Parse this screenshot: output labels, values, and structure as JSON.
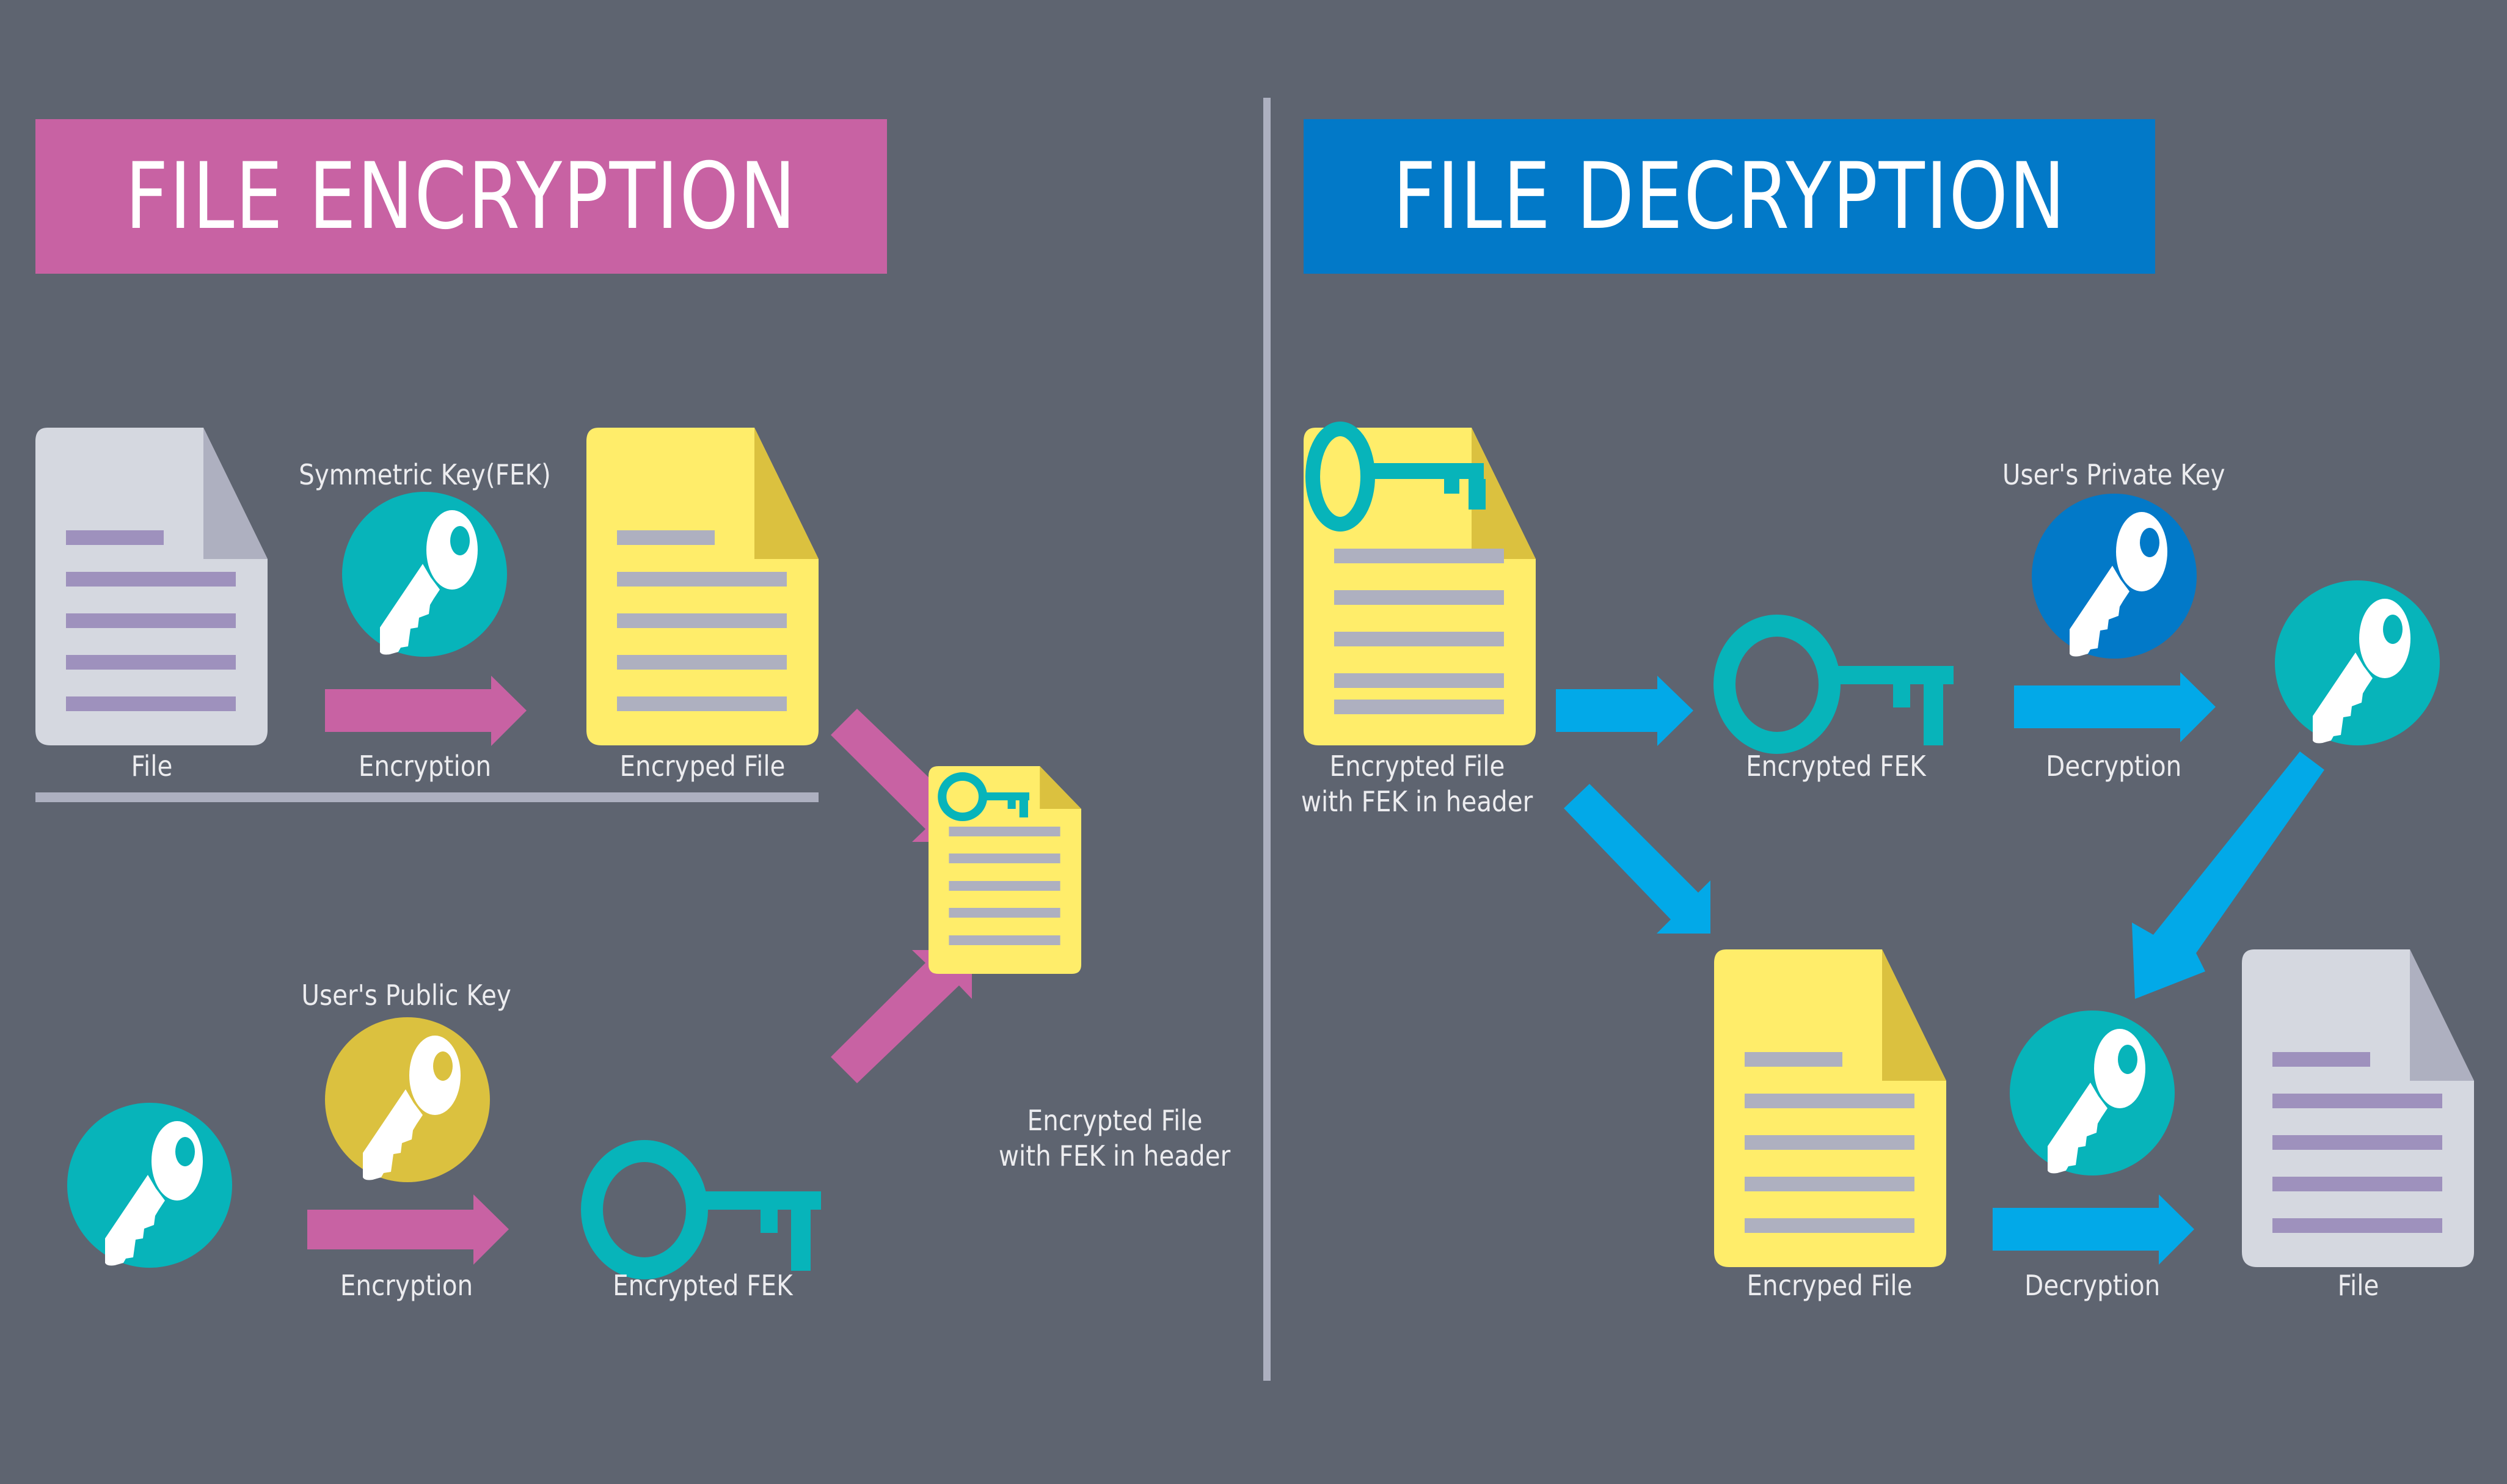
{
  "colors": {
    "background": "#5e6470",
    "encryption_accent": "#c862a3",
    "decryption_accent": "#0279c8",
    "arrow_blue": "#02a9e8",
    "teal": "#07b4ba",
    "gold": "#dbc13f",
    "yellow_doc": "#ffed6a",
    "gray_doc": "#d5d8e0",
    "doc_line_purple": "#9e91bd",
    "doc_line_gray": "#aeb0c0",
    "divider": "#adb0c0",
    "label_text": "#ececef"
  },
  "encryption": {
    "title": "FILE ENCRYPTION",
    "top_row": {
      "file_label": "File",
      "key_label": "Symmetric Key(FEK)",
      "arrow_label": "Encryption",
      "encrypted_file_label": "Encryped File"
    },
    "bottom_row": {
      "key_label": "User's Public Key",
      "arrow_label": "Encryption",
      "encrypted_fek_label": "Encrypted FEK"
    },
    "result": {
      "label_line1": "Encrypted File",
      "label_line2": "with FEK in header"
    }
  },
  "decryption": {
    "title": "FILE DECRYPTION",
    "source": {
      "label_line1": "Encrypted File",
      "label_line2": "with FEK in header"
    },
    "top_row": {
      "encrypted_fek_label": "Encrypted FEK",
      "key_label": "User's Private Key",
      "arrow_label": "Decryption"
    },
    "bottom_row": {
      "encrypted_file_label": "Encryped File",
      "arrow_label": "Decryption",
      "file_label": "File"
    }
  },
  "icons": {
    "document": "document-icon",
    "key_badge": "key-badge-icon",
    "key_outline": "key-outline-icon",
    "arrow": "arrow-right-icon"
  }
}
